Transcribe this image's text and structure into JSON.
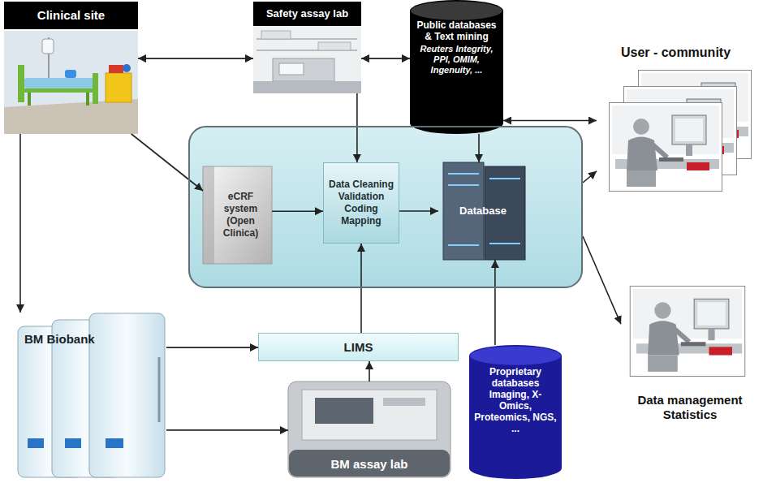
{
  "diagram": {
    "nodes": [
      {
        "text": [
          "Clinical site"
        ]
      },
      {
        "text": [
          "Safety assay lab"
        ]
      },
      {
        "text": [
          "Public databases & Text mining",
          "Reuters Integrity, PPI, OMIM, Ingenuity, ..."
        ]
      },
      {
        "text": [
          "User - community"
        ]
      },
      {
        "text": []
      },
      {
        "text": [
          "eCRF system (Open Clinica)"
        ],
        "in": 4
      },
      {
        "text": [
          "Data Cleaning Validation Coding Mapping"
        ],
        "in": 4
      },
      {
        "text": [
          "Database"
        ],
        "in": 4
      },
      {
        "text": [
          "BM Biobank"
        ]
      },
      {
        "text": [
          "LIMS"
        ]
      },
      {
        "text": [
          "BM assay lab"
        ]
      },
      {
        "text": [
          "Proprietary databases Imaging, X-Omics, Proteomics, NGS, ..."
        ]
      },
      {
        "text": [
          "Data management Statistics"
        ]
      }
    ],
    "edges": [
      {
        "from": 0,
        "to": 1,
        "arrow": "both"
      },
      {
        "from": 1,
        "to": 2,
        "arrow": "both"
      },
      {
        "from": 2,
        "to": 3,
        "arrow": "both"
      },
      {
        "from": 0,
        "to": 5,
        "arrow": "to"
      },
      {
        "from": 0,
        "to": 8,
        "arrow": "to"
      },
      {
        "from": 1,
        "to": 6,
        "arrow": "to"
      },
      {
        "from": 2,
        "to": 7,
        "arrow": "to"
      },
      {
        "from": 5,
        "to": 6,
        "arrow": "to"
      },
      {
        "from": 6,
        "to": 7,
        "arrow": "to"
      },
      {
        "from": 4,
        "to": 3,
        "arrow": "to"
      },
      {
        "from": 4,
        "to": 12,
        "arrow": "to"
      },
      {
        "from": 8,
        "to": 9,
        "arrow": "to"
      },
      {
        "from": 8,
        "to": 10,
        "arrow": "to"
      },
      {
        "from": 10,
        "to": 9,
        "arrow": "to"
      },
      {
        "from": 9,
        "to": 6,
        "arrow": "to"
      },
      {
        "from": 11,
        "to": 7,
        "arrow": "to"
      }
    ]
  }
}
